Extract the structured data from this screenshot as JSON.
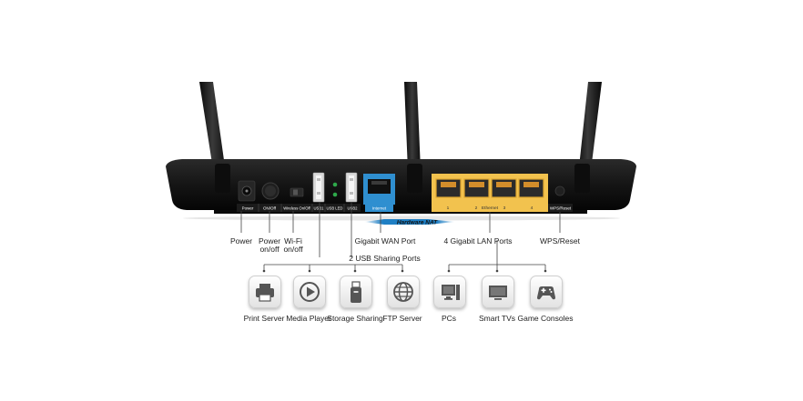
{
  "labels": {
    "power": "Power",
    "power_onoff_1": "Power",
    "power_onoff_2": "on/off",
    "wifi_onoff_1": "Wi-Fi",
    "wifi_onoff_2": "on/off",
    "gigabit_wan": "Gigabit WAN Port",
    "lan_ports": "4 Gigabit LAN Ports",
    "wps_reset": "WPS/Reset",
    "usb_sharing": "2 USB Sharing Ports",
    "hardware_nat": "Hardware NAT"
  },
  "panel_labels": {
    "power": "Power",
    "onoff": "ON/Off",
    "wireless": "Wireless On/Off",
    "usb1": "USB1",
    "usbled": "USB LED",
    "usb2": "USB2",
    "internet": "Internet",
    "ethernet": "Ethernet",
    "wps": "WPS/Reset",
    "lan1": "1",
    "lan2": "2",
    "lan3": "3",
    "lan4": "4"
  },
  "usb_uses": [
    {
      "label": "Print Server",
      "icon": "printer-icon"
    },
    {
      "label": "Media Player",
      "icon": "play-icon"
    },
    {
      "label": "Storage Sharing",
      "icon": "usb-drive-icon"
    },
    {
      "label": "FTP Server",
      "icon": "globe-icon"
    }
  ],
  "lan_uses": [
    {
      "label": "PCs",
      "icon": "monitor-icon"
    },
    {
      "label": "Smart TVs",
      "icon": "tv-icon"
    },
    {
      "label": "Game Consoles",
      "icon": "gamepad-icon"
    }
  ],
  "colors": {
    "router_body": "#141414",
    "wan_port": "#2f8fd0",
    "lan_panel": "#f2c24e",
    "nat_bar": "#1f7fc4"
  }
}
